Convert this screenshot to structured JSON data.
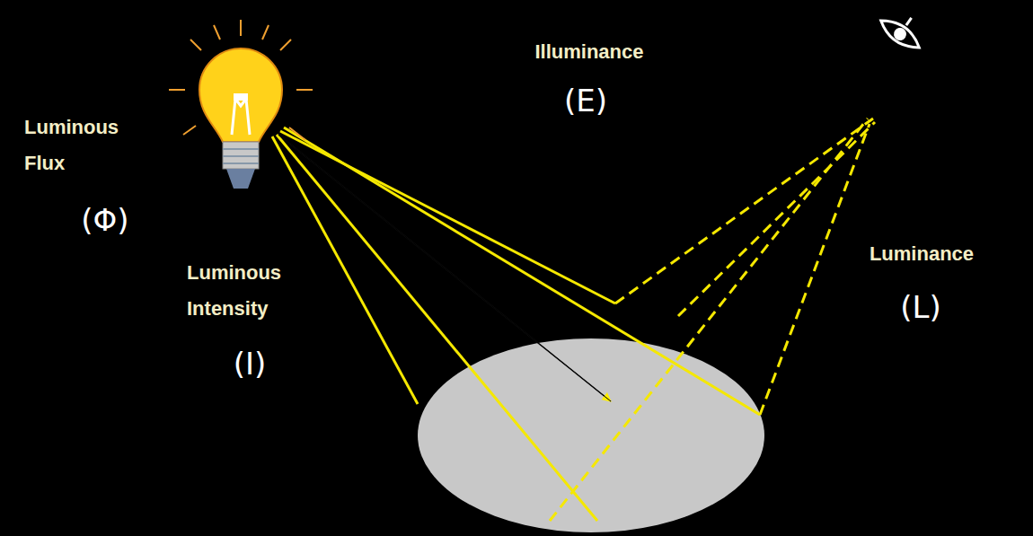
{
  "diagram": {
    "labels": [
      "Luminous Flux",
      "(Φ)",
      "Illuminance",
      "(E)",
      "Luminous Intensity",
      "(I)",
      "Luminance",
      "(L)"
    ]
  }
}
